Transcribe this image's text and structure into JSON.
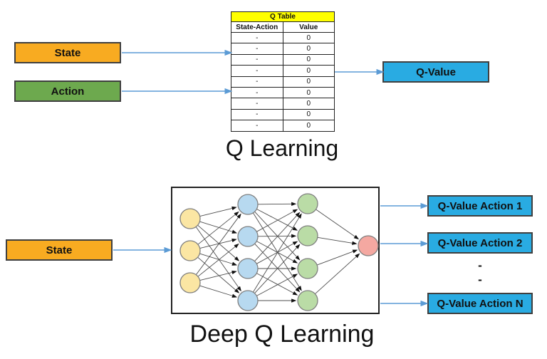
{
  "palette": {
    "box_orange": "#F8AB21",
    "box_green": "#6DA94E",
    "box_blue": "#29ABE2",
    "box_border": "#3F3F3F",
    "table_header_yellow": "#FFFF00",
    "arrow_blue": "#5B9BD5",
    "node_yellow": "#FBE6A3",
    "node_blue": "#B7D9F0",
    "node_green": "#BADCA6",
    "node_red": "#F4A8A1",
    "node_stroke": "#7F7F7F",
    "edge_gray": "#4D4D4D",
    "text_dark": "#111111"
  },
  "q_learning": {
    "title": "Q Learning",
    "state_label": "State",
    "action_label": "Action",
    "q_value_label": "Q-Value",
    "q_table": {
      "title": "Q Table",
      "columns": [
        "State-Action",
        "Value"
      ],
      "rows": [
        [
          "-",
          "0"
        ],
        [
          "-",
          "0"
        ],
        [
          "-",
          "0"
        ],
        [
          "-",
          "0"
        ],
        [
          "-",
          "0"
        ],
        [
          "-",
          "0"
        ],
        [
          "-",
          "0"
        ],
        [
          "-",
          "0"
        ],
        [
          "-",
          "0"
        ]
      ]
    }
  },
  "deep_q_learning": {
    "title": "Deep Q Learning",
    "state_label": "State",
    "output_boxes": [
      "Q-Value Action 1",
      "Q-Value Action 2",
      "Q-Value Action N"
    ],
    "ellipsis_dashes": [
      "-",
      "-"
    ],
    "network": {
      "layers": [
        {
          "name": "input-layer",
          "count": 3,
          "color_key": "node_yellow"
        },
        {
          "name": "hidden-layer-1",
          "count": 4,
          "color_key": "node_blue"
        },
        {
          "name": "hidden-layer-2",
          "count": 4,
          "color_key": "node_green"
        },
        {
          "name": "output-layer",
          "count": 1,
          "color_key": "node_red"
        }
      ]
    }
  }
}
